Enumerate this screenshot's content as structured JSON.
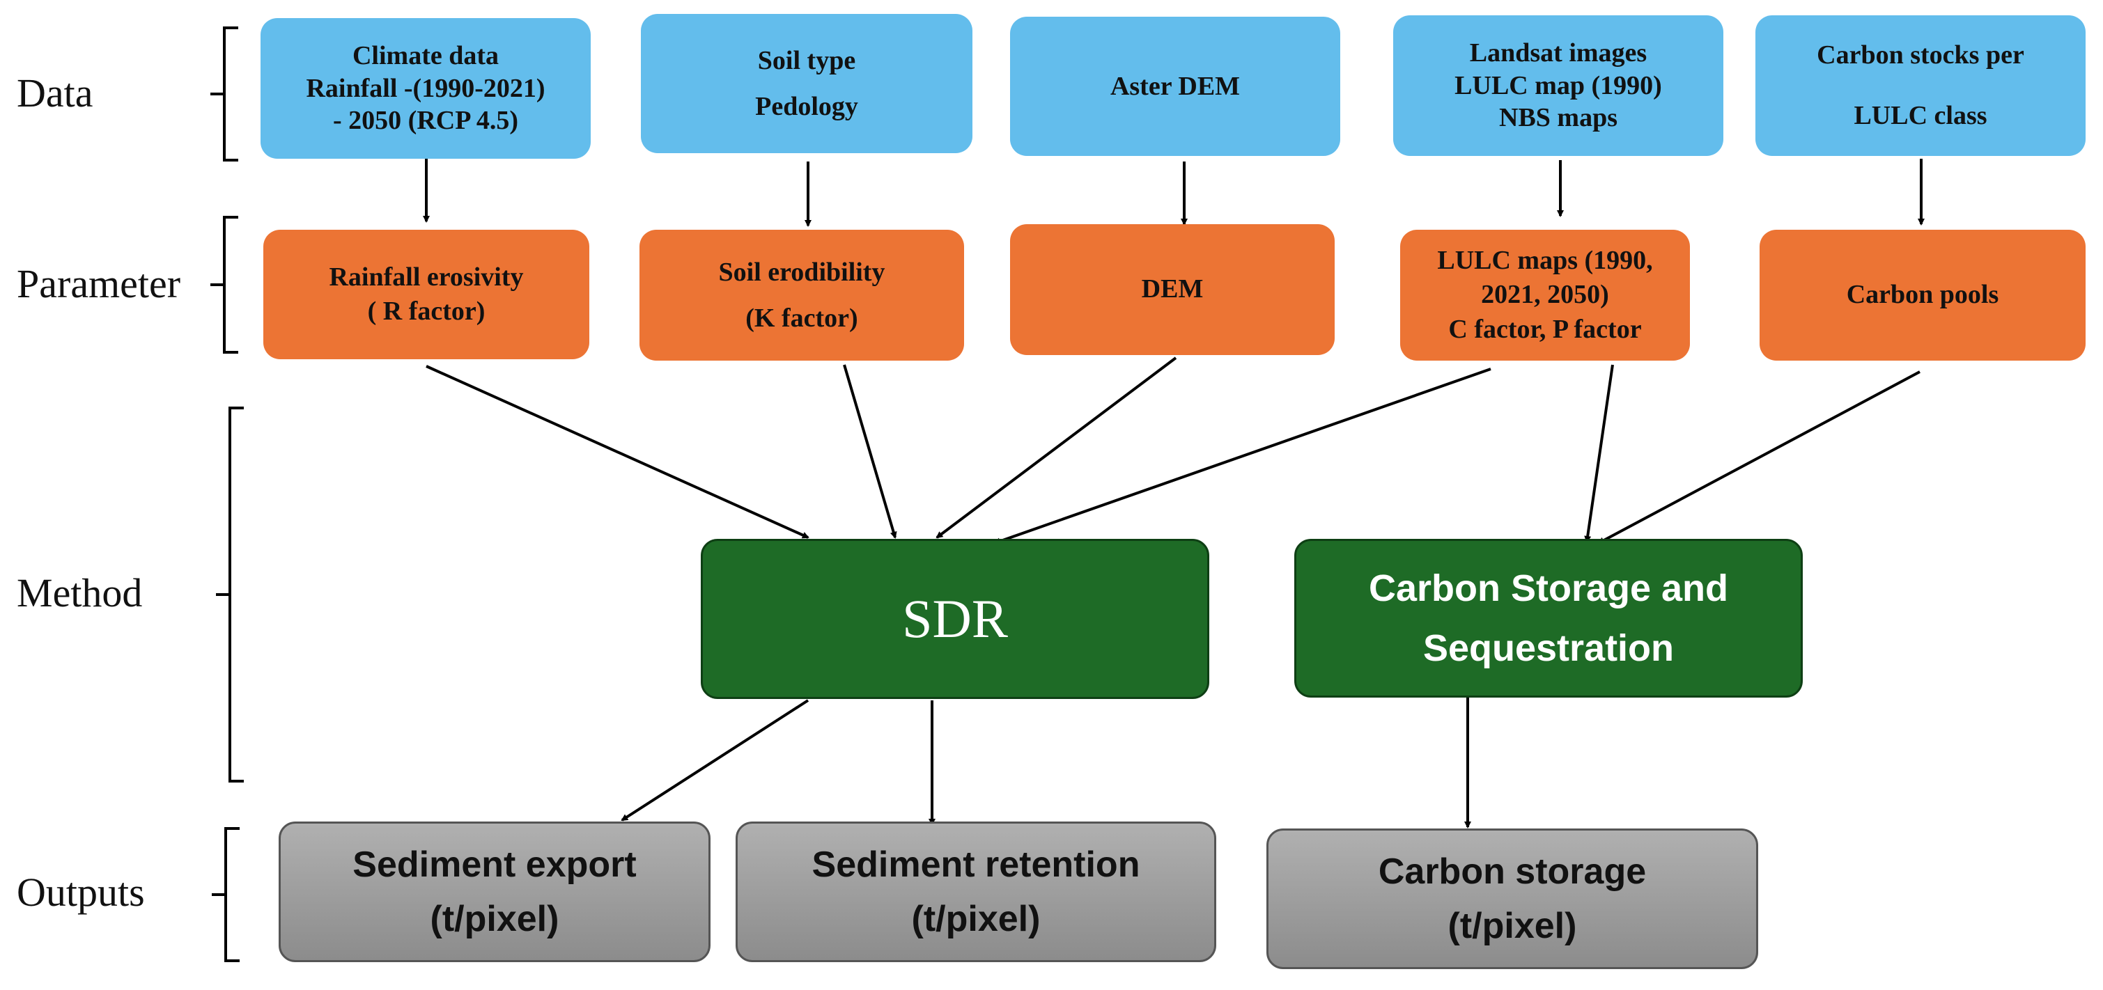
{
  "row_labels": {
    "data": "Data",
    "parameter": "Parameter",
    "method": "Method",
    "outputs": "Outputs"
  },
  "data_boxes": [
    {
      "lines": [
        "Climate data",
        "Rainfall -(1990-2021)",
        "- 2050 (RCP 4.5)"
      ]
    },
    {
      "lines": [
        "Soil type",
        "Pedology"
      ]
    },
    {
      "lines": [
        "Aster DEM"
      ]
    },
    {
      "lines": [
        "Landsat images",
        "LULC map (1990)",
        "NBS maps"
      ]
    },
    {
      "lines": [
        "Carbon stocks per",
        "LULC class"
      ]
    }
  ],
  "parameter_boxes": [
    {
      "lines": [
        "Rainfall erosivity",
        "( R factor)"
      ]
    },
    {
      "lines": [
        "Soil erodibility",
        "(K factor)"
      ]
    },
    {
      "lines": [
        "DEM"
      ]
    },
    {
      "lines": [
        "LULC maps (1990,",
        "2021, 2050)",
        "C factor, P factor"
      ]
    },
    {
      "lines": [
        "Carbon pools"
      ]
    }
  ],
  "method_boxes": [
    {
      "lines": [
        "SDR"
      ]
    },
    {
      "lines": [
        "Carbon Storage and",
        "Sequestration"
      ]
    }
  ],
  "output_boxes": [
    {
      "lines": [
        "Sediment export",
        "(t/pixel)"
      ]
    },
    {
      "lines": [
        "Sediment retention",
        "(t/pixel)"
      ]
    },
    {
      "lines": [
        "Carbon storage",
        "(t/pixel)"
      ]
    }
  ],
  "colors": {
    "data": "#63bdec",
    "parameter": "#ec7434",
    "method": "#1e6b26",
    "output": "#9e9e9e"
  }
}
